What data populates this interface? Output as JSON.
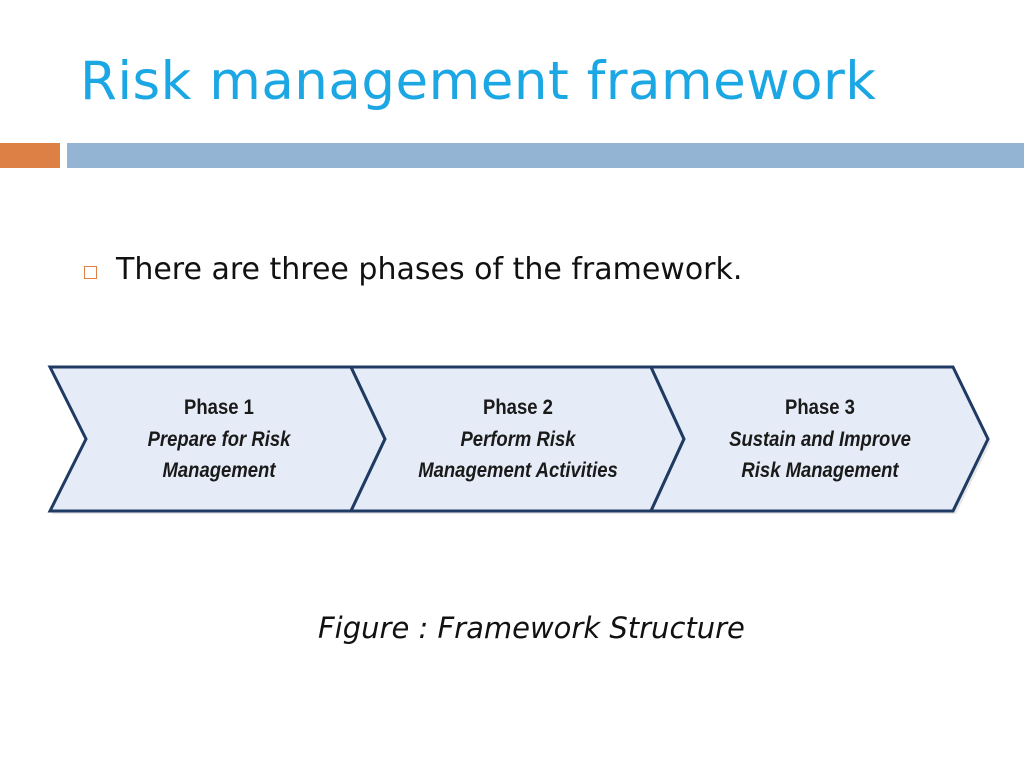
{
  "slide": {
    "title": "Risk management framework",
    "colors": {
      "title": "#1ba6e4",
      "accent_orange": "#dd8046",
      "accent_blue": "#93b5d3",
      "bullet": "#dd8046",
      "chevron_fill": "#e6ecf7",
      "chevron_stroke": "#1f3a63"
    },
    "bullets": [
      {
        "icon": "hollow-square-bullet-icon",
        "text": "There are three phases of the framework."
      }
    ],
    "figure": {
      "phases": [
        {
          "number": "Phase 1",
          "line1": "Prepare for Risk",
          "line2": "Management"
        },
        {
          "number": "Phase 2",
          "line1": "Perform Risk",
          "line2": "Management Activities"
        },
        {
          "number": "Phase 3",
          "line1": "Sustain and Improve",
          "line2": "Risk Management"
        }
      ],
      "caption": "Figure : Framework Structure"
    }
  }
}
